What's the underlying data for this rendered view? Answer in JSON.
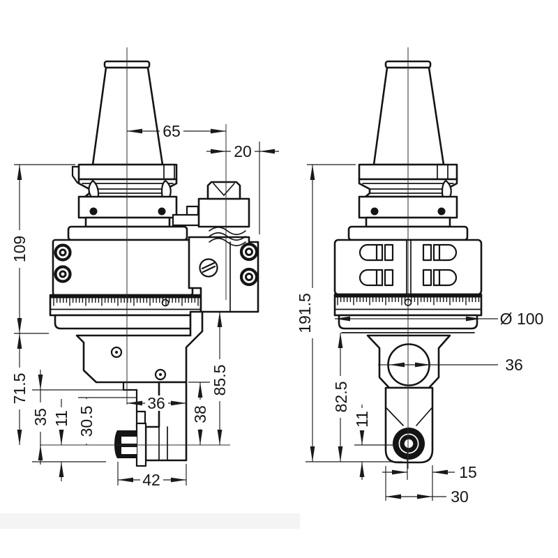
{
  "drawing": {
    "kind": "orthographic technical drawing of right-angle head tool holder",
    "unit": "mm",
    "colors": {
      "line": "#141414",
      "dim": "#1a1a1a",
      "background": "#ffffff"
    },
    "side_view": {
      "name": "side view",
      "dims": {
        "offset_65": "65",
        "offset_20": "20",
        "height_109": "109",
        "height_71_5": "71.5",
        "height_35": "35",
        "height_11": "11",
        "height_30_5": "30.5",
        "width_36": "36",
        "height_38": "38",
        "height_85_5": "85.5",
        "width_42": "42"
      }
    },
    "front_view": {
      "name": "front view",
      "dims": {
        "height_191_5": "191.5",
        "dia_100": "Ø 100",
        "dia_36": "36",
        "height_82_5": "82.5",
        "height_11": "11",
        "width_15": "15",
        "width_30": "30"
      }
    }
  }
}
